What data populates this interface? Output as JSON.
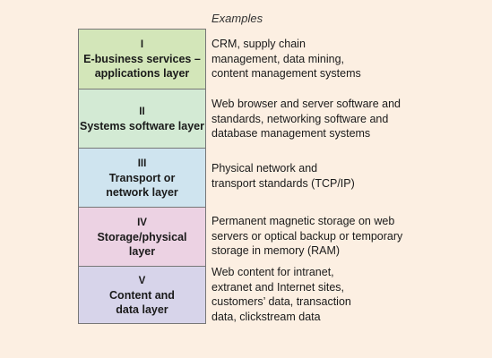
{
  "header": {
    "examples_label": "Examples"
  },
  "layers": [
    {
      "numeral": "I",
      "name": "E-business services –\napplications layer",
      "color": "#d3e6b9",
      "example": "CRM, supply chain\nmanagement, data mining,\ncontent management systems"
    },
    {
      "numeral": "II",
      "name": "Systems software layer",
      "color": "#d3ead4",
      "example": "Web browser and server software and\nstandards, networking software and\ndatabase management systems"
    },
    {
      "numeral": "III",
      "name": "Transport or\nnetwork layer",
      "color": "#cfe4ef",
      "example": "Physical network and\ntransport standards (TCP/IP)"
    },
    {
      "numeral": "IV",
      "name": "Storage/physical\nlayer",
      "color": "#ecd2e3",
      "example": "Permanent magnetic storage on web\nservers or optical backup or temporary\nstorage in memory (RAM)"
    },
    {
      "numeral": "V",
      "name": "Content and\ndata layer",
      "color": "#d7d4ea",
      "example": "Web content for intranet,\nextranet and Internet sites,\ncustomers’ data, transaction\ndata, clickstream data"
    }
  ]
}
